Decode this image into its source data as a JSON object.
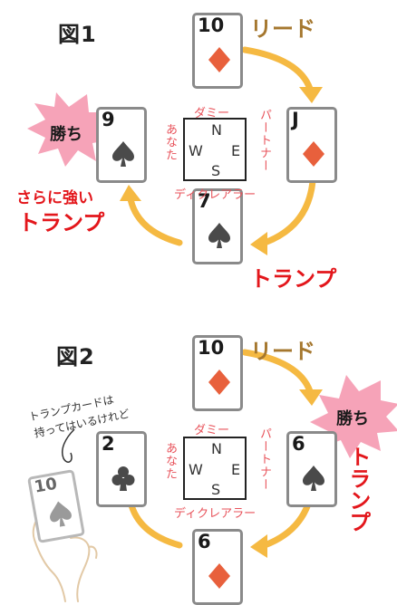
{
  "colors": {
    "red_suit": "#e8603c",
    "black_suit": "#4a4a4a",
    "arrow": "#f5b942",
    "lead": "#a5772e",
    "trump": "#e3161b",
    "seat_label": "#e8535b",
    "burst": "#f6a3b8"
  },
  "seat_labels": {
    "north": "ダミー",
    "east": "パートナー",
    "south": "ディクレアラー",
    "west": "あなた"
  },
  "compass": {
    "n": "N",
    "e": "E",
    "s": "S",
    "w": "W"
  },
  "figure1": {
    "title": "図1",
    "lead_label": "リード",
    "win_label": "勝ち",
    "trump_label": "トランプ",
    "stronger_trump_line1": "さらに強い",
    "stronger_trump_line2": "トランプ",
    "cards": {
      "north": {
        "rank": "10",
        "suit": "diamond"
      },
      "east": {
        "rank": "J",
        "suit": "diamond"
      },
      "south": {
        "rank": "7",
        "suit": "spade"
      },
      "west": {
        "rank": "9",
        "suit": "spade"
      }
    }
  },
  "figure2": {
    "title": "図2",
    "lead_label": "リード",
    "win_label": "勝ち",
    "trump_label": "トランプ",
    "note_line1": "トランプカードは",
    "note_line2": "持ってはいるけれど",
    "held_card": {
      "rank": "10",
      "suit": "spade"
    },
    "cards": {
      "north": {
        "rank": "10",
        "suit": "diamond"
      },
      "east": {
        "rank": "6",
        "suit": "spade"
      },
      "south": {
        "rank": "6",
        "suit": "diamond"
      },
      "west": {
        "rank": "2",
        "suit": "club"
      }
    }
  }
}
